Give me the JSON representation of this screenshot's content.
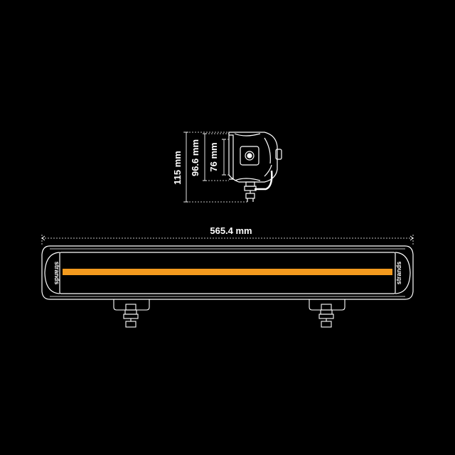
{
  "dimensions": {
    "height_total": "115 mm",
    "height_body": "96.6 mm",
    "height_lens": "76 mm",
    "length": "565.4 mm"
  },
  "brand": {
    "logo_text": "strands"
  },
  "colors": {
    "background": "#000000",
    "line": "#ffffff",
    "accent_strip": "#f39a1e"
  }
}
